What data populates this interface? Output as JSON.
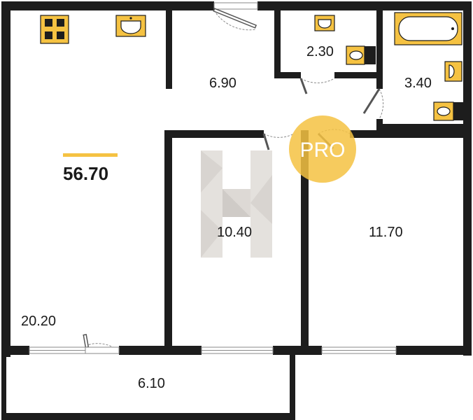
{
  "plan": {
    "total_area": "56.70",
    "rooms": {
      "living": "20.20",
      "hall": "6.90",
      "wc": "2.30",
      "bath": "3.40",
      "bedroom_middle": "10.40",
      "bedroom_right": "11.70",
      "balcony": "6.10"
    },
    "badge_text": "PRO"
  },
  "colors": {
    "accent": "#f5c242",
    "wall": "#1d1d1d",
    "watermark": "#cfc9c2"
  },
  "icons": [
    "stove-icon",
    "sink-icon",
    "toilet-icon",
    "bathtub-icon",
    "h-logo-watermark"
  ]
}
